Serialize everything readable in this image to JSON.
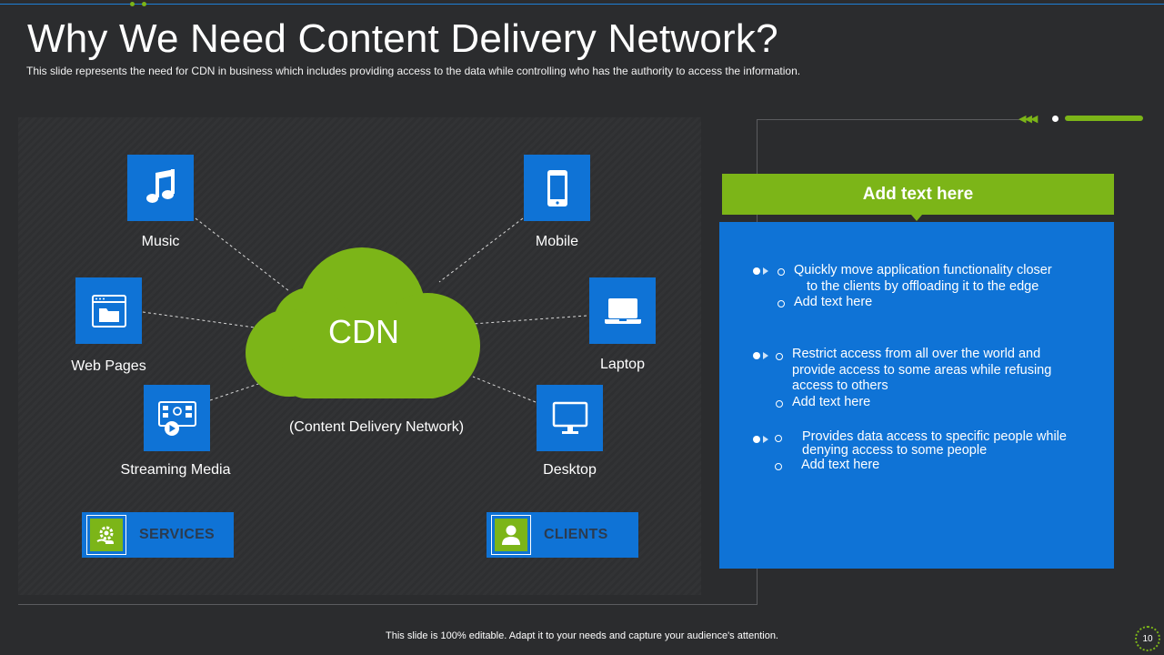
{
  "slide": {
    "title": "Why We Need Content Delivery Network?",
    "subtitle": "This slide represents the need for CDN in business which includes providing access to the data while controlling who has the authority to access the information.",
    "footer": "This slide is 100% editable. Adapt it to your needs and capture your audience's attention.",
    "page_number": "10"
  },
  "diagram": {
    "center_label": "CDN",
    "center_caption": "(Content Delivery Network)",
    "services_nodes": [
      {
        "label": "Music",
        "icon": "music-note-icon"
      },
      {
        "label": "Web Pages",
        "icon": "folder-window-icon"
      },
      {
        "label": "Streaming Media",
        "icon": "streaming-media-icon"
      }
    ],
    "client_nodes": [
      {
        "label": "Mobile",
        "icon": "mobile-phone-icon"
      },
      {
        "label": "Laptop",
        "icon": "laptop-icon"
      },
      {
        "label": "Desktop",
        "icon": "desktop-monitor-icon"
      }
    ],
    "legend": [
      {
        "label": "SERVICES",
        "icon": "gear-hand-icon"
      },
      {
        "label": "CLIENTS",
        "icon": "person-icon"
      }
    ],
    "colors": {
      "tile_blue": "#0f73d6",
      "accent_green": "#7cb518",
      "background": "#2b2c2e"
    }
  },
  "panel": {
    "header": "Add text here",
    "groups": [
      {
        "lines": [
          "Quickly move application functionality closer",
          "to the clients by offloading it to the edge"
        ],
        "sub": "Add text here"
      },
      {
        "lines": [
          "Restrict access from all over the world and",
          "provide access to some areas while refusing",
          "access to others"
        ],
        "sub": "Add text here"
      },
      {
        "lines": [
          "Provides data access to specific people while",
          "denying access to some people"
        ],
        "sub": "Add text here"
      }
    ]
  }
}
